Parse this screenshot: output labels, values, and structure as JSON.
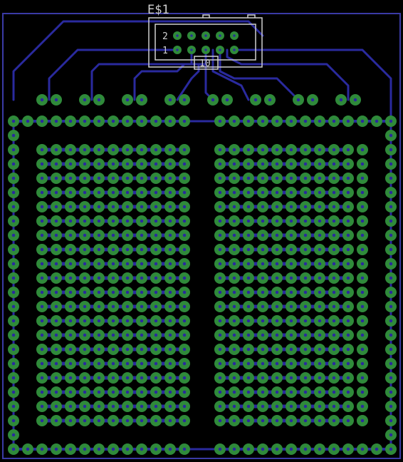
{
  "component": {
    "ref": "E$1",
    "row_label_top": "2",
    "row_label_bottom": "1",
    "pin_label": "10"
  },
  "colors": {
    "background": "#000000",
    "trace": "#2a2a9e",
    "pad": "#2f8a3a",
    "pad_hole": "#2a2a9e",
    "silkscreen": "#d0d0d0",
    "outline": "#3a3aa6"
  },
  "layout_meta": {
    "header_pins": 10,
    "breakout_pad_pairs": 8,
    "grid_rows": 20,
    "grid_cols_per_block": 11
  }
}
